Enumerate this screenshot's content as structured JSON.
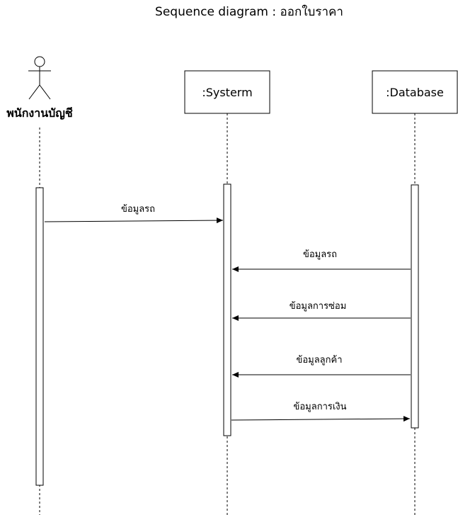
{
  "title": "Sequence diagram : ออกใบราคา",
  "participants": [
    {
      "id": "accountant",
      "kind": "actor",
      "label": "พนักงานบัญชี"
    },
    {
      "id": "system",
      "kind": "object",
      "label": ":Systerm"
    },
    {
      "id": "database",
      "kind": "object",
      "label": ":Database"
    }
  ],
  "messages": [
    {
      "from": "accountant",
      "to": "system",
      "label": "ข้อมูลรถ"
    },
    {
      "from": "database",
      "to": "system",
      "label": "ข้อมูลรถ"
    },
    {
      "from": "database",
      "to": "system",
      "label": "ข้อมูลการซ่อม"
    },
    {
      "from": "database",
      "to": "system",
      "label": "ข้อมูลลูกค้า"
    },
    {
      "from": "system",
      "to": "database",
      "label": "ข้อมูลการเงิน"
    }
  ]
}
